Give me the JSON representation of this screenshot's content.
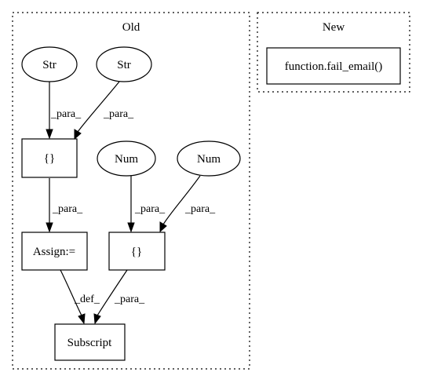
{
  "clusters": {
    "old": {
      "title": "Old"
    },
    "new": {
      "title": "New"
    }
  },
  "nodes": {
    "str1": {
      "label": "Str"
    },
    "str2": {
      "label": "Str"
    },
    "braces1": {
      "label": "{}"
    },
    "num1": {
      "label": "Num"
    },
    "num2": {
      "label": "Num"
    },
    "assign": {
      "label": "Assign:="
    },
    "braces2": {
      "label": "{}"
    },
    "subscript": {
      "label": "Subscript"
    },
    "fail_email": {
      "label": "function.fail_email()"
    }
  },
  "edges": {
    "str1_braces1": {
      "label": "_para_"
    },
    "str2_braces1": {
      "label": "_para_"
    },
    "braces1_assign": {
      "label": "_para_"
    },
    "num1_braces2": {
      "label": "_para_"
    },
    "num2_braces2": {
      "label": "_para_"
    },
    "assign_subscript": {
      "label": "_def_"
    },
    "braces2_subscript": {
      "label": "_para_"
    }
  }
}
